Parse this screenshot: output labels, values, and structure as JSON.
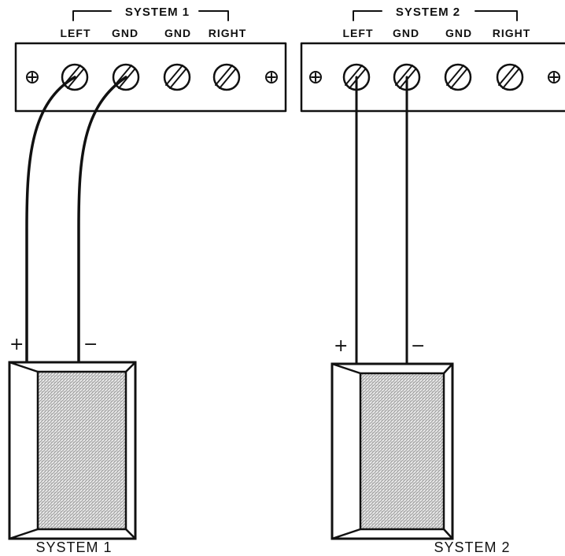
{
  "systems": [
    {
      "group_label": "SYSTEM 1",
      "terminals": [
        "LEFT",
        "GND",
        "GND",
        "RIGHT"
      ],
      "plus_sign": "+",
      "minus_sign": "−",
      "caption": "SYSTEM 1"
    },
    {
      "group_label": "SYSTEM 2",
      "terminals": [
        "LEFT",
        "GND",
        "GND",
        "RIGHT"
      ],
      "plus_sign": "+",
      "minus_sign": "−",
      "caption": "SYSTEM 2"
    }
  ]
}
